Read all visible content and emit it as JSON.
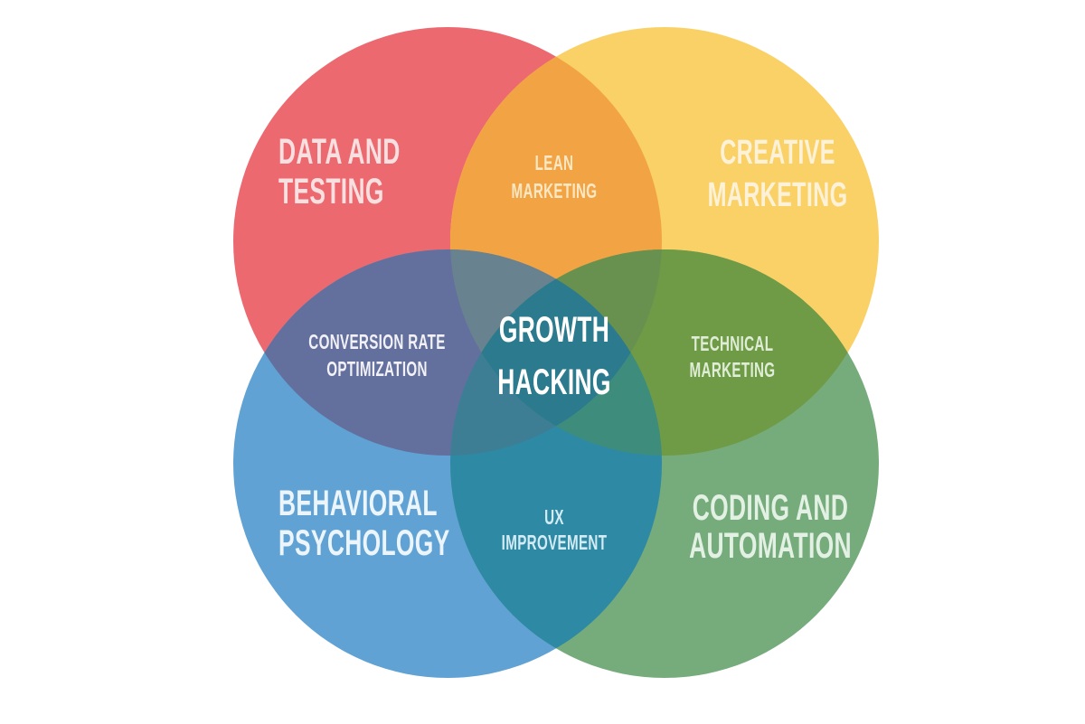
{
  "diagram": {
    "name": "Growth Hacking venn diagram",
    "background": "#FFFFFF",
    "labels": {
      "data_testing": {
        "line1": "DATA AND",
        "line2": "TESTING",
        "text_color": "#F8DFE0"
      },
      "lean_marketing": {
        "line1": "LEAN",
        "line2": "MARKETING",
        "text_color": "#FBE7C3"
      },
      "creative_marketing": {
        "line1": "CREATIVE",
        "line2": "MARKETING",
        "text_color": "#FDF2D8"
      },
      "conversion_rate": {
        "line1": "CONVERSION RATE",
        "line2": "OPTIMIZATION",
        "text_color": "#F2F1F6"
      },
      "growth_hacking": {
        "line1": "GROWTH",
        "line2": "HACKING",
        "text_color": "#FFFFFF"
      },
      "technical_marketing": {
        "line1": "TECHNICAL",
        "line2": "MARKETING",
        "text_color": "#DFEDD6"
      },
      "ux_improvement": {
        "line1": "UX",
        "line2": "IMPROVEMENT",
        "text_color": "#D3EBF3"
      },
      "behavioral_psychology": {
        "line1": "BEHAVIORAL",
        "line2": "PSYCHOLOGY",
        "text_color": "#EBF5FB"
      },
      "coding_automation": {
        "line1": "CODING AND",
        "line2": "AUTOMATION",
        "text_color": "#E3F1E4"
      }
    },
    "region_colors": {
      "data_testing": "#EC6970",
      "creative_marketing": "#FAD166",
      "behavioral_psychology": "#60A2D4",
      "coding_automation": "#76AC7C",
      "lean_marketing": "#F2A444",
      "conversion_rate": "#63709E",
      "technical_marketing": "#6F9B46",
      "ux_improvement": "#2E89A5",
      "growth_hacking": "#2C7A8D",
      "overlap_data_creative_behavioral": "#68828F",
      "overlap_data_creative_coding": "#68914F",
      "overlap_data_behavioral_coding": "#3E7E94",
      "overlap_creative_behavioral_coding": "#3E8D7C"
    }
  }
}
